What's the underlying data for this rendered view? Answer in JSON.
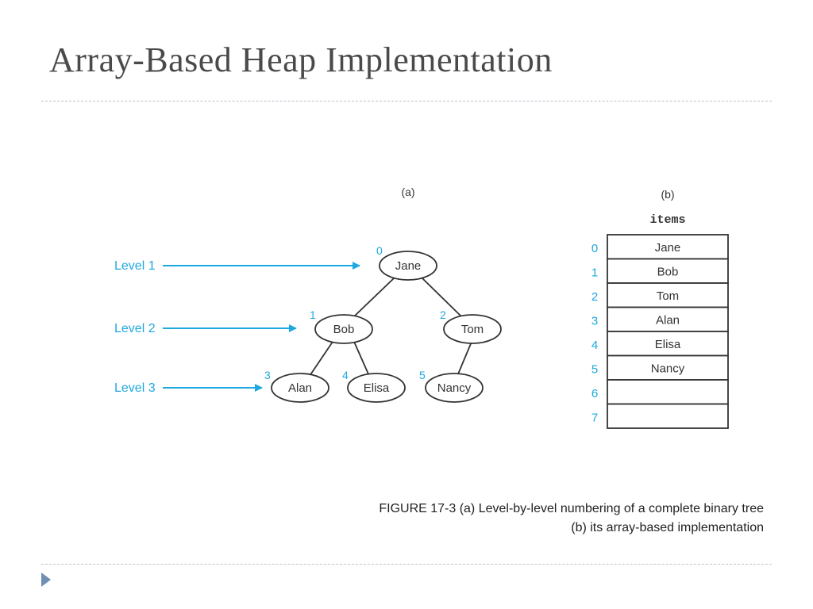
{
  "slide": {
    "title": "Array-Based Heap Implementation"
  },
  "figure": {
    "tree_label": "(a)",
    "array_label": "(b)",
    "array_name": "items",
    "levels": [
      "Level 1",
      "Level 2",
      "Level 3"
    ],
    "nodes": [
      {
        "index": "0",
        "name": "Jane"
      },
      {
        "index": "1",
        "name": "Bob"
      },
      {
        "index": "2",
        "name": "Tom"
      },
      {
        "index": "3",
        "name": "Alan"
      },
      {
        "index": "4",
        "name": "Elisa"
      },
      {
        "index": "5",
        "name": "Nancy"
      }
    ],
    "array_indices": [
      "0",
      "1",
      "2",
      "3",
      "4",
      "5",
      "6",
      "7"
    ],
    "array_cells": [
      "Jane",
      "Bob",
      "Tom",
      "Alan",
      "Elisa",
      "Nancy",
      "",
      ""
    ],
    "caption_line1": "FIGURE 17-3 (a) Level-by-level numbering of a complete binary tree",
    "caption_line2": "(b) its array-based implementation"
  },
  "colors": {
    "accent": "#1ea8e0",
    "title": "#4a4a4a",
    "rule": "#b9c3cf"
  }
}
